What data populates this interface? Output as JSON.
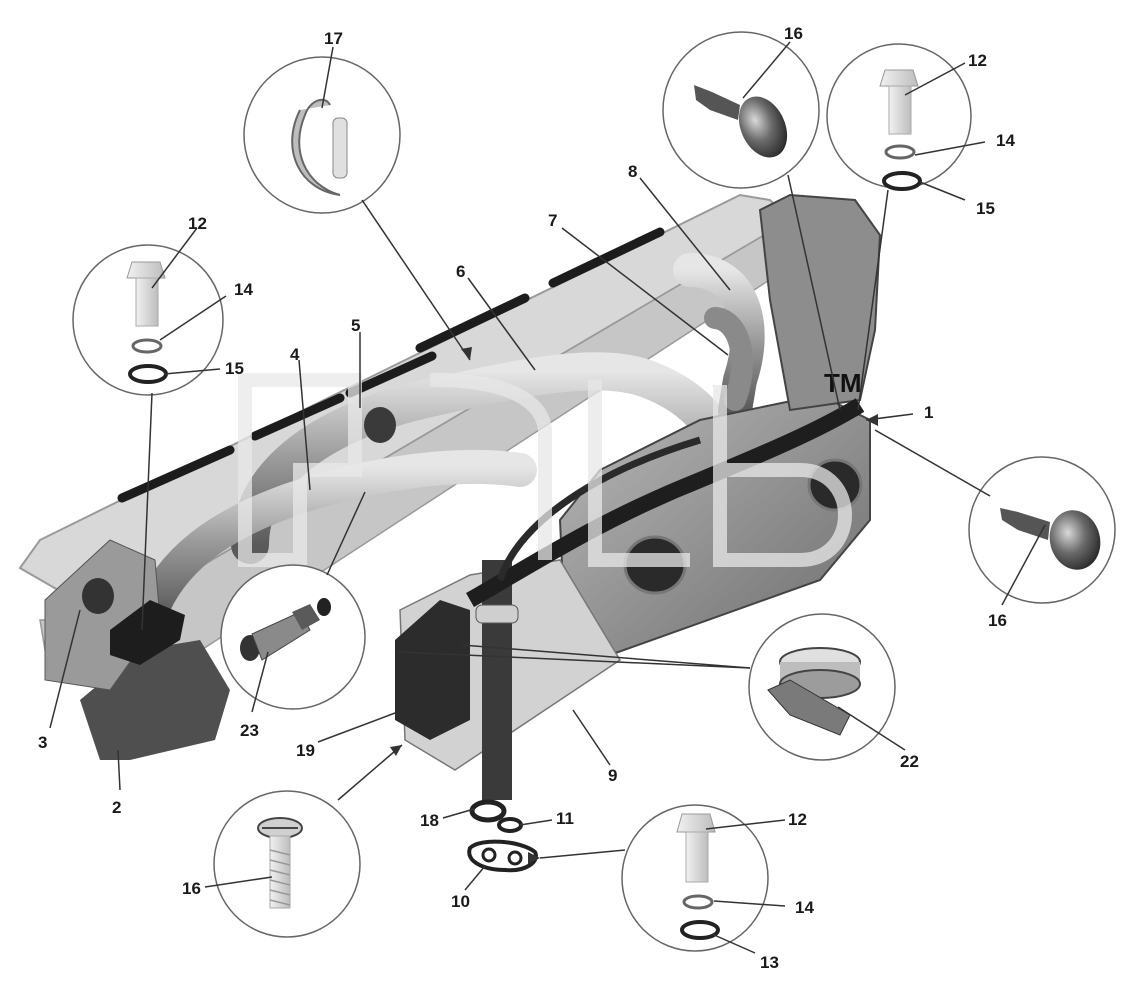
{
  "callouts": [
    {
      "id": "c1",
      "text": "1"
    },
    {
      "id": "c2",
      "text": "2"
    },
    {
      "id": "c3",
      "text": "3"
    },
    {
      "id": "c4",
      "text": "4"
    },
    {
      "id": "c5",
      "text": "5"
    },
    {
      "id": "c6",
      "text": "6"
    },
    {
      "id": "c7",
      "text": "7"
    },
    {
      "id": "c8",
      "text": "8"
    },
    {
      "id": "c9",
      "text": "9"
    },
    {
      "id": "c10",
      "text": "10"
    },
    {
      "id": "c11",
      "text": "11"
    },
    {
      "id": "c12a",
      "text": "12"
    },
    {
      "id": "c12b",
      "text": "12"
    },
    {
      "id": "c12c",
      "text": "12"
    },
    {
      "id": "c13",
      "text": "13"
    },
    {
      "id": "c14a",
      "text": "14"
    },
    {
      "id": "c14b",
      "text": "14"
    },
    {
      "id": "c14c",
      "text": "14"
    },
    {
      "id": "c15a",
      "text": "15"
    },
    {
      "id": "c15b",
      "text": "15"
    },
    {
      "id": "c16a",
      "text": "16"
    },
    {
      "id": "c16b",
      "text": "16"
    },
    {
      "id": "c16c",
      "text": "16"
    },
    {
      "id": "c17",
      "text": "17"
    },
    {
      "id": "c18",
      "text": "18"
    },
    {
      "id": "c19",
      "text": "19"
    },
    {
      "id": "c22",
      "text": "22"
    },
    {
      "id": "c23",
      "text": "23"
    }
  ],
  "watermark": {
    "mark": "TM"
  }
}
